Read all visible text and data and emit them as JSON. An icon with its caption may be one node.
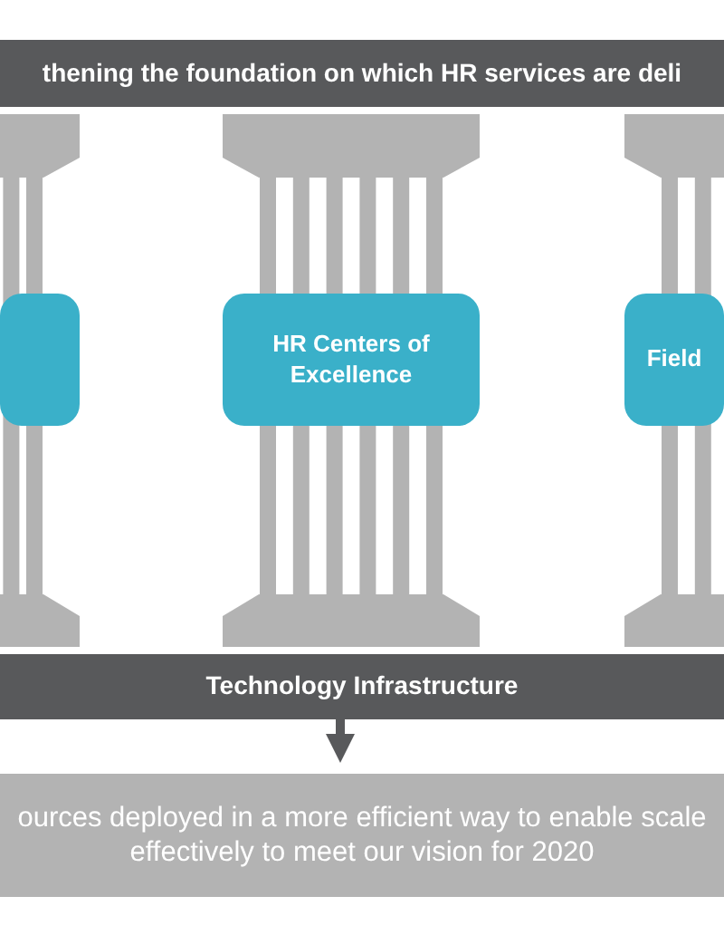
{
  "diagram": {
    "nodes": [
      {
        "text": [
          "thening the foundation on which HR services are deli"
        ]
      },
      {
        "text": [],
        "shape": "box"
      },
      {
        "text": [
          "HR Centers of Excellence"
        ]
      },
      {
        "text": [
          "Field"
        ]
      },
      {
        "text": [
          "Technology Infrastructure"
        ]
      },
      {
        "text": [
          "ources deployed in a more efficient way to enable scale effectively to meet our vision for 2020"
        ]
      }
    ],
    "edges": [
      {
        "from": 4,
        "to": 5,
        "arrow": "to"
      }
    ]
  }
}
